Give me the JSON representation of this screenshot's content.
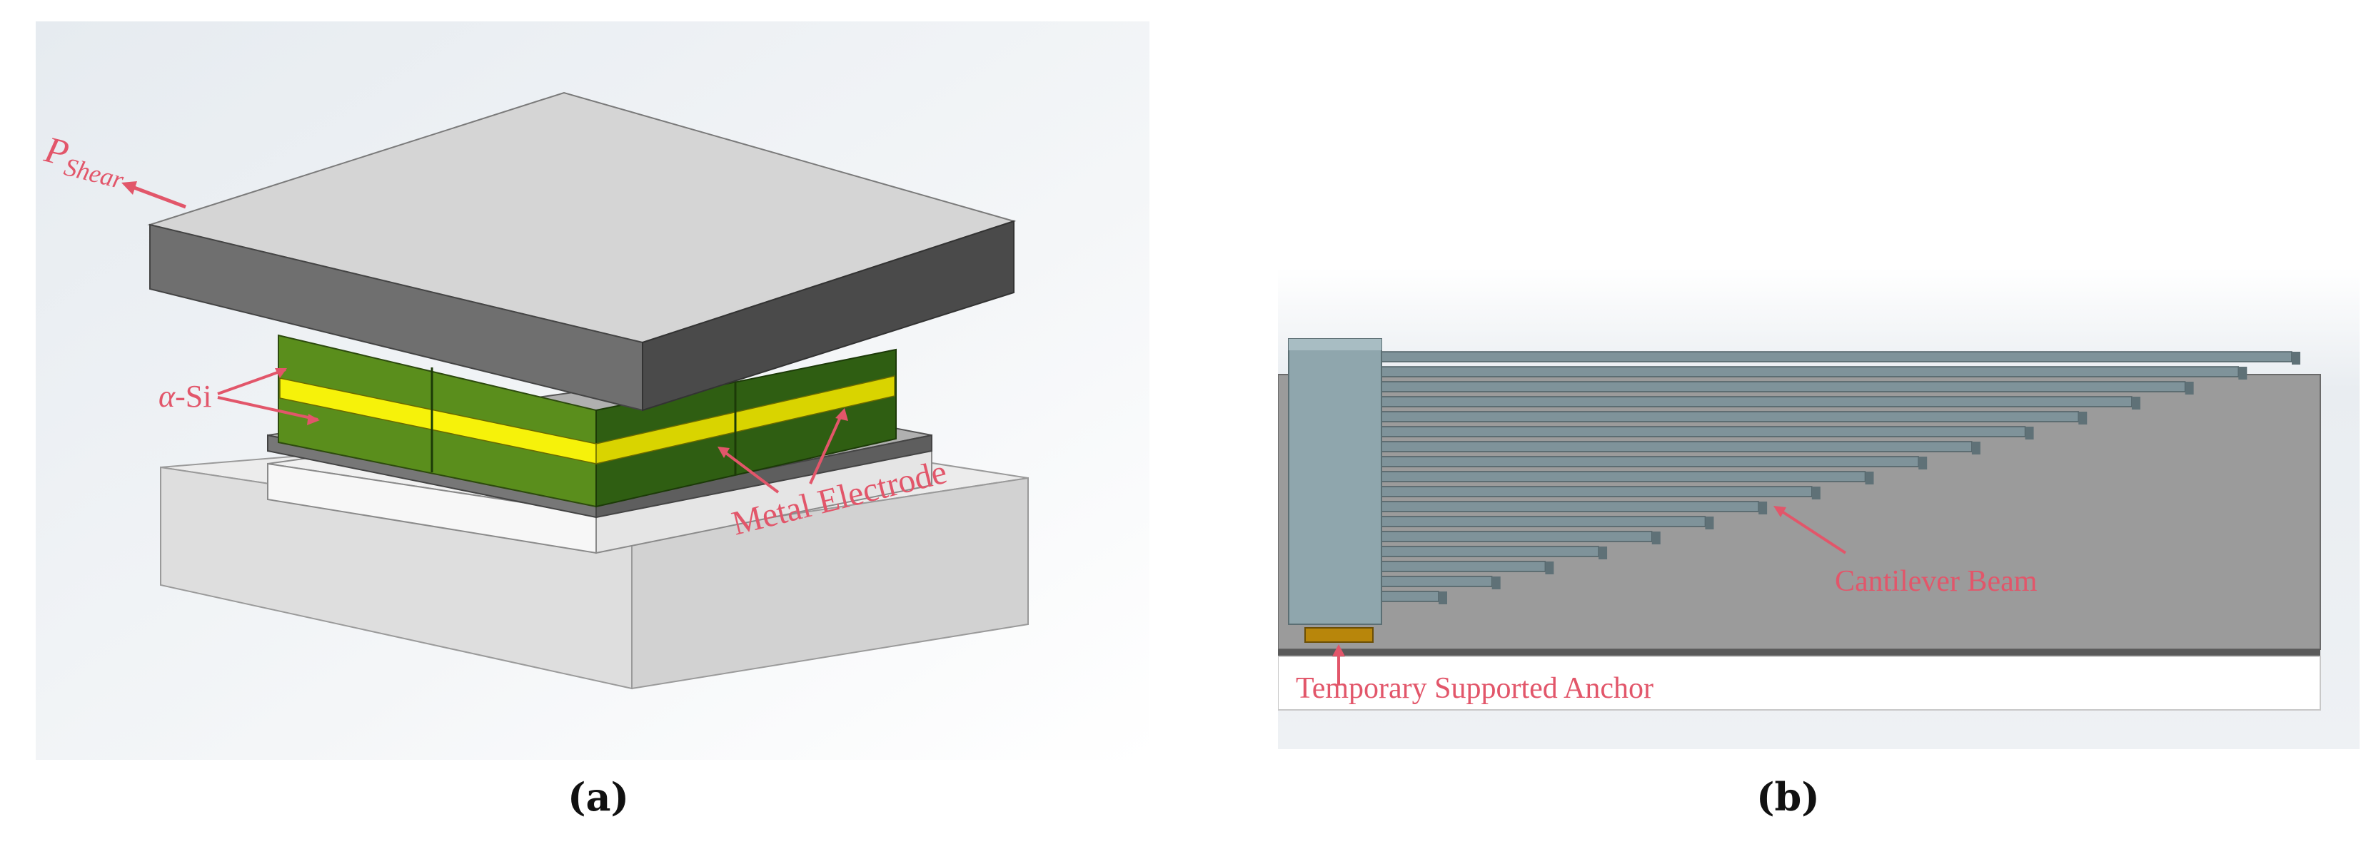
{
  "figure": {
    "panel_a": {
      "caption": "(a)",
      "labels": {
        "p": "P",
        "shear": "Shear",
        "alpha": "α",
        "si": "-Si",
        "metal_electrode": "Metal Electrode"
      }
    },
    "panel_b": {
      "caption": "(b)",
      "labels": {
        "cantilever_beam": "Cantilever Beam",
        "anchor": "Temporary Supported Anchor"
      }
    }
  },
  "colors": {
    "label_red": "#e2566a",
    "amorphous_si_green": "#5a8e1c",
    "electrode_yellow": "#f6f20a",
    "anchor_gold": "#b8860b",
    "beam_slate": "#7f939a"
  }
}
